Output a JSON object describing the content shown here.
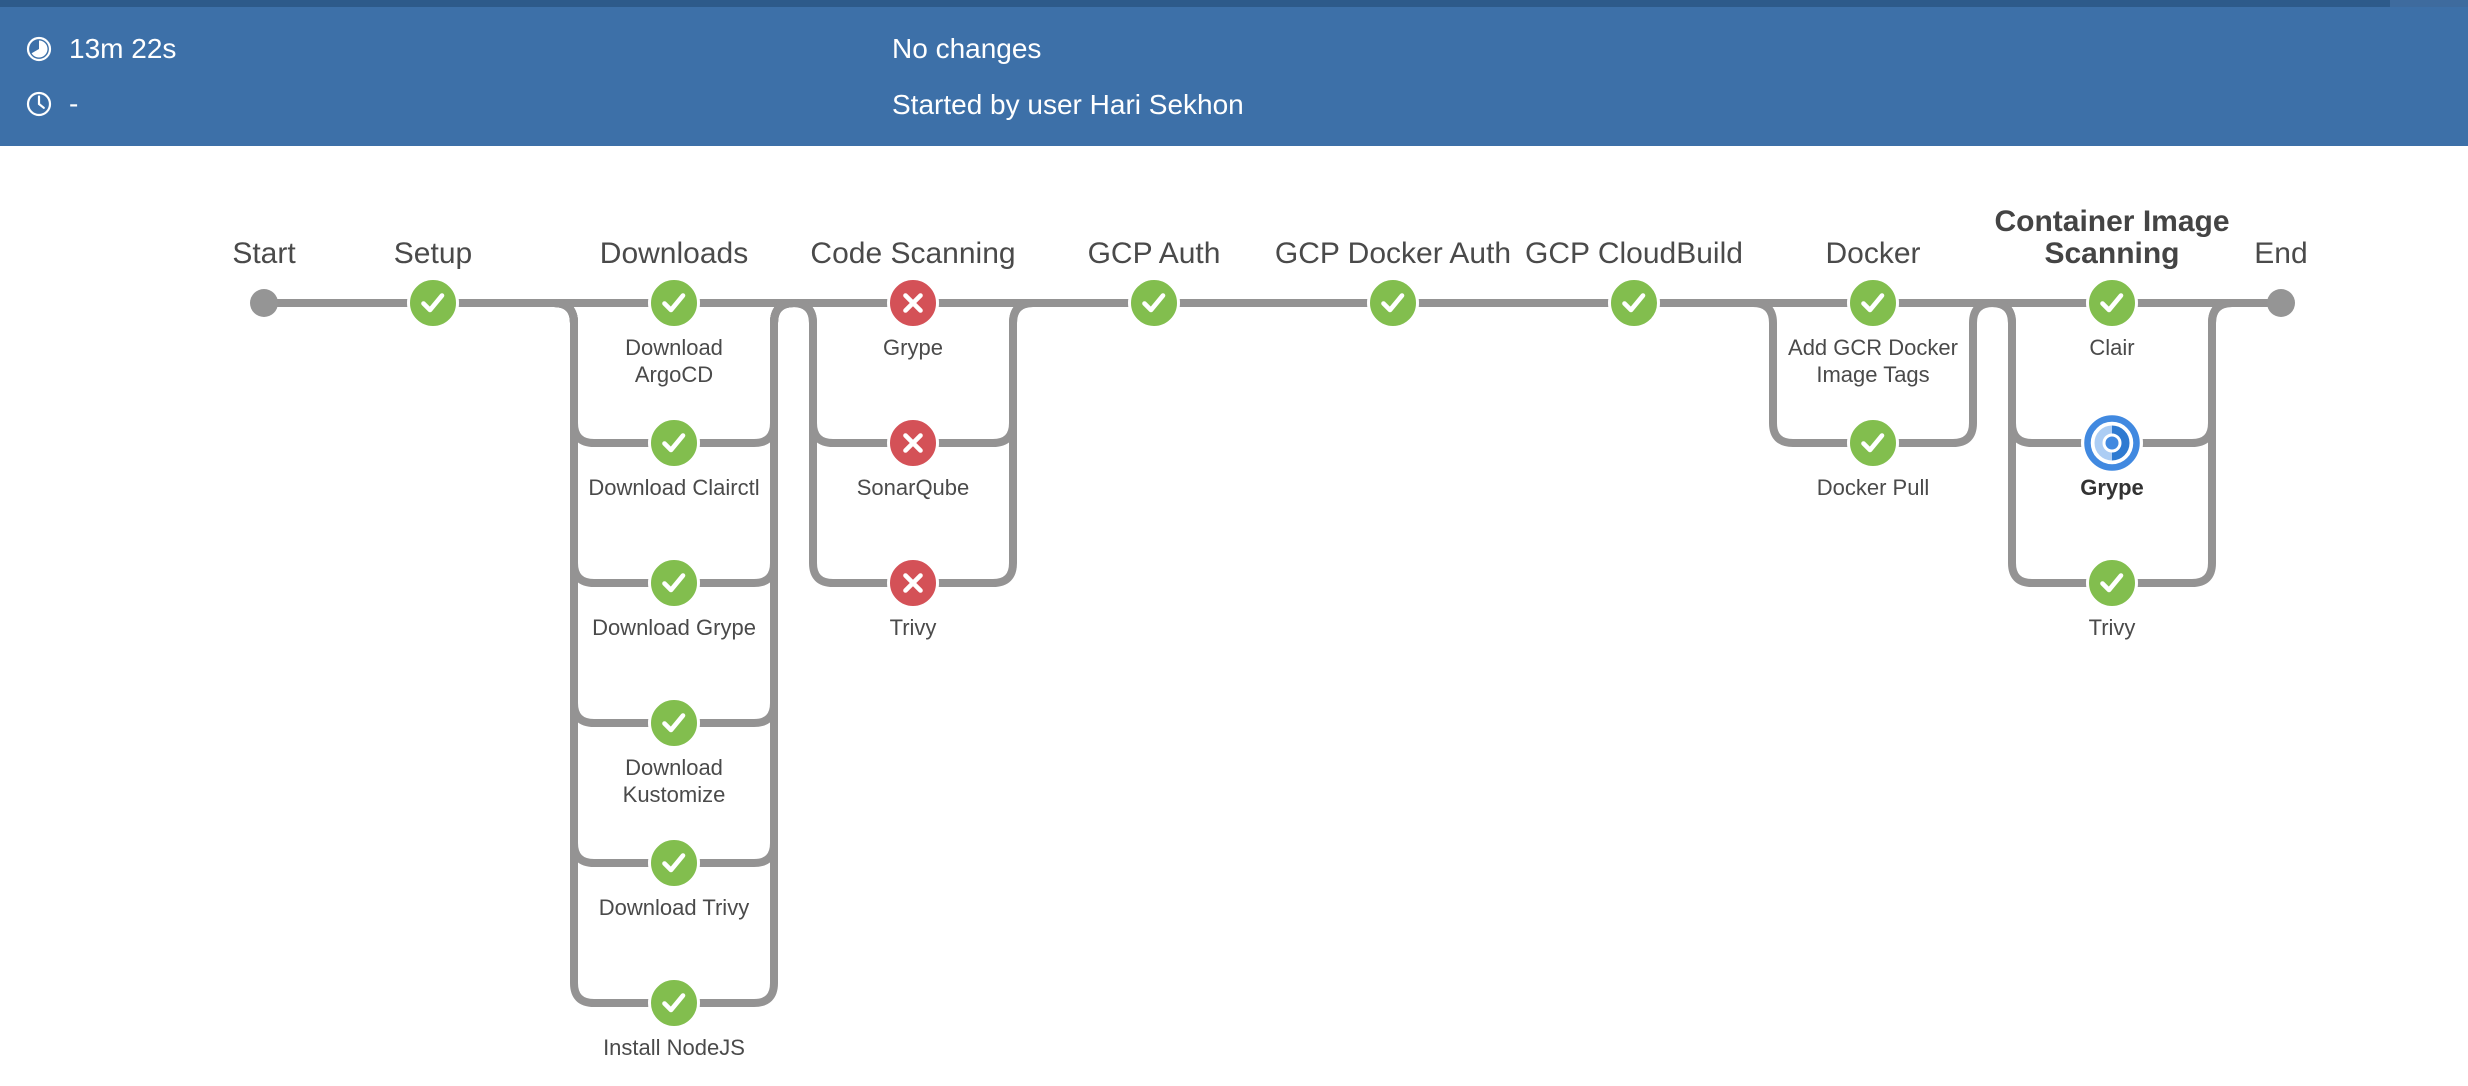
{
  "header": {
    "background": "#3d70a8",
    "duration": "13m 22s",
    "duration_icon": "timer-icon",
    "start_time": "-",
    "start_time_icon": "clock-icon",
    "changes": "No changes",
    "cause": "Started by user Hari Sekhon"
  },
  "pipeline": {
    "colors": {
      "line": "#949393",
      "success": "#82be4e",
      "failure": "#d45157",
      "running_ring": "#4189e0",
      "running_dark": "#2e7ad1",
      "running_light": "#accdf4",
      "terminal": "#959595",
      "label": "#4a4a4a",
      "label_active": "#333333"
    },
    "stages": [
      {
        "title": "Start",
        "type": "terminal"
      },
      {
        "title": "Setup",
        "status": "success"
      },
      {
        "title": "Downloads",
        "branches": [
          {
            "label": "Download\nArgoCD",
            "status": "success"
          },
          {
            "label": "Download Clairctl",
            "status": "success"
          },
          {
            "label": "Download Grype",
            "status": "success"
          },
          {
            "label": "Download\nKustomize",
            "status": "success"
          },
          {
            "label": "Download Trivy",
            "status": "success"
          },
          {
            "label": "Install NodeJS",
            "status": "success"
          }
        ]
      },
      {
        "title": "Code Scanning",
        "branches": [
          {
            "label": "Grype",
            "status": "failure"
          },
          {
            "label": "SonarQube",
            "status": "failure"
          },
          {
            "label": "Trivy",
            "status": "failure"
          }
        ]
      },
      {
        "title": "GCP Auth",
        "status": "success"
      },
      {
        "title": "GCP Docker Auth",
        "status": "success"
      },
      {
        "title": "GCP CloudBuild",
        "status": "success"
      },
      {
        "title": "Docker",
        "branches": [
          {
            "label": "Add GCR Docker\nImage Tags",
            "status": "success"
          },
          {
            "label": "Docker Pull",
            "status": "success"
          }
        ]
      },
      {
        "title": "Container Image\nScanning",
        "active": true,
        "branches": [
          {
            "label": "Clair",
            "status": "success"
          },
          {
            "label": "Grype",
            "status": "running",
            "active": true
          },
          {
            "label": "Trivy",
            "status": "success"
          }
        ]
      },
      {
        "title": "End",
        "type": "terminal"
      }
    ]
  }
}
